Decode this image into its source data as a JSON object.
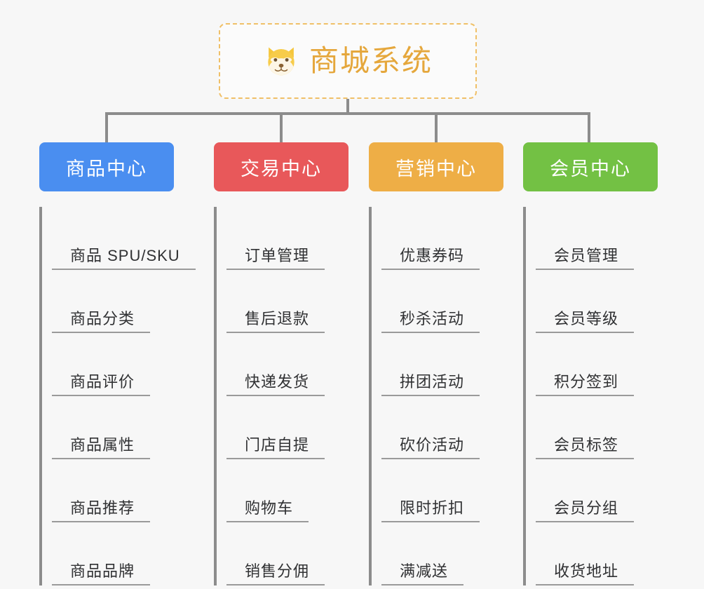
{
  "root": {
    "title": "商城系统",
    "icon": "dog-face-icon",
    "border_color": "#f0c068",
    "text_color": "#e5a73c"
  },
  "canvas": {
    "background": "#f7f7f7",
    "connector_color": "#8c8c8c"
  },
  "columns": [
    {
      "label": "商品中心",
      "color": "#4a8ef0",
      "items": [
        "商品 SPU/SKU",
        "商品分类",
        "商品评价",
        "商品属性",
        "商品推荐",
        "商品品牌"
      ]
    },
    {
      "label": "交易中心",
      "color": "#e8585a",
      "items": [
        "订单管理",
        "售后退款",
        "快递发货",
        "门店自提",
        "购物车",
        "销售分佣"
      ]
    },
    {
      "label": "营销中心",
      "color": "#eeae46",
      "items": [
        "优惠券码",
        "秒杀活动",
        "拼团活动",
        "砍价活动",
        "限时折扣",
        "满减送"
      ]
    },
    {
      "label": "会员中心",
      "color": "#73c144",
      "items": [
        "会员管理",
        "会员等级",
        "积分签到",
        "会员标签",
        "会员分组",
        "收货地址"
      ]
    }
  ]
}
